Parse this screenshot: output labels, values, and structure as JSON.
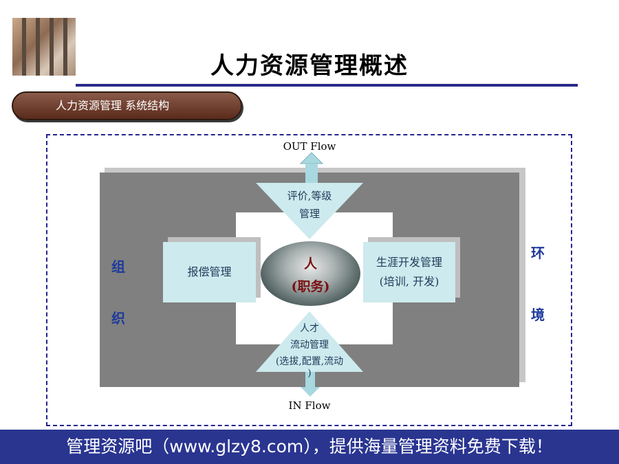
{
  "title": "人力资源管理概述",
  "subtitle_pill": "人力资源管理 系统结构",
  "diagram": {
    "out_flow": "OUT Flow",
    "in_flow": "IN Flow",
    "top_triangle": {
      "line1": "评价,等级",
      "line2": "管理"
    },
    "bottom_triangle": {
      "line1": "人才",
      "line2": "流动管理",
      "line3": "(选拔,配置,流动",
      "line4": ")"
    },
    "left_box": "报偿管理",
    "right_box": {
      "line1": "生涯开发管理",
      "line2": "(培训, 开发)"
    },
    "center": {
      "line1": "人",
      "line2": "(职务)"
    },
    "left_side": [
      "组",
      "织"
    ],
    "right_side": [
      "环",
      "境"
    ]
  },
  "footer": "管理资源吧（www.glzy8.com），提供海量管理资料免费下载！",
  "colors": {
    "title_rule": "#2a2a8a",
    "pill": "#6b3a2a",
    "dashed_border": "#23238e",
    "panel": "#808080",
    "box_fill": "#cdeaee",
    "footer_bg": "#2a3590",
    "center_text": "#7a1010"
  }
}
